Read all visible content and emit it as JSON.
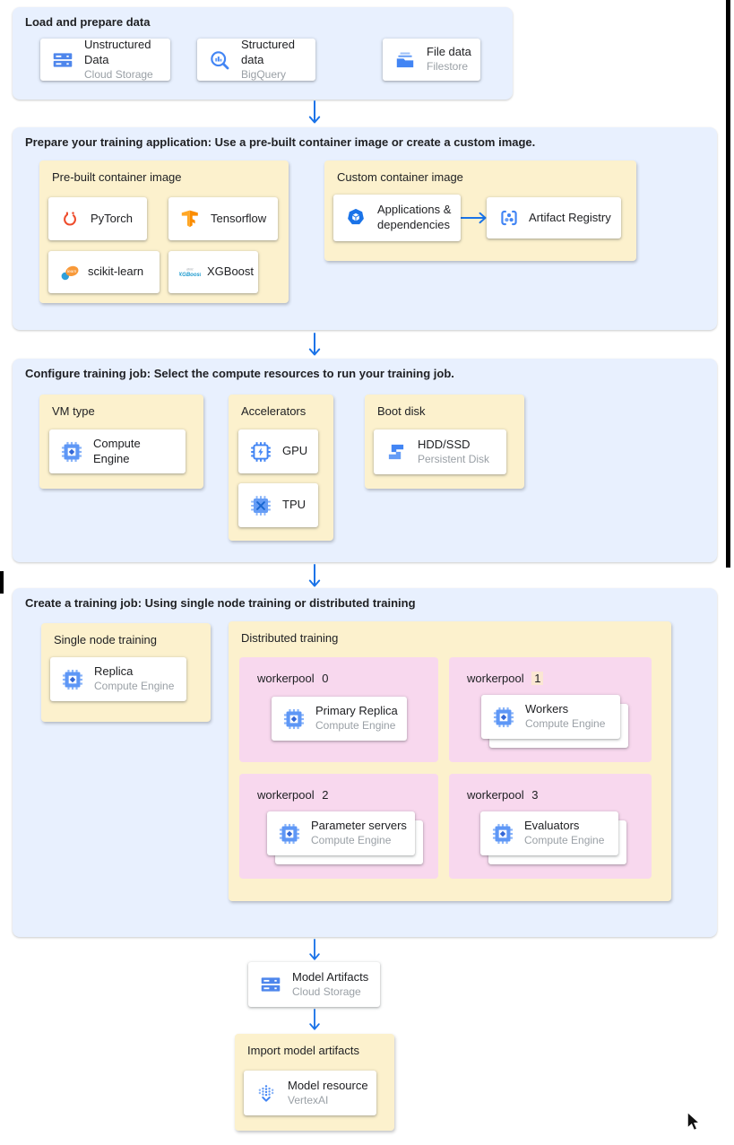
{
  "colors": {
    "section_bg": "#e8f0fe",
    "panel_bg": "#fcf1cd",
    "pool_bg": "#f8d8ee",
    "arrow": "#1a73e8",
    "title_text": "#202124",
    "subtitle_text": "#9aa0a6",
    "find_highlight": "#fbe7d3"
  },
  "sections": {
    "load": {
      "title": "Load and prepare data",
      "cards": [
        {
          "title": "Unstructured Data",
          "subtitle": "Cloud Storage",
          "icon": "cloud-storage-icon"
        },
        {
          "title": "Structured data",
          "subtitle": "BigQuery",
          "icon": "bigquery-icon"
        },
        {
          "title": "File data",
          "subtitle": "Filestore",
          "icon": "filestore-icon"
        }
      ]
    },
    "prepare": {
      "title": "Prepare your training application: Use a pre-built container image or create a custom image.",
      "prebuilt": {
        "title": "Pre-built container image",
        "cards": [
          {
            "title": "PyTorch",
            "icon": "pytorch-icon"
          },
          {
            "title": "Tensorflow",
            "icon": "tensorflow-icon"
          },
          {
            "title": "scikit-learn",
            "icon": "scikit-learn-icon"
          },
          {
            "title": "XGBoost",
            "icon": "xgboost-icon"
          }
        ]
      },
      "custom": {
        "title": "Custom container image",
        "source_card": {
          "title": "Applications & dependencies",
          "icon": "applications-dependencies-icon"
        },
        "target_card": {
          "title": "Artifact Registry",
          "icon": "artifact-registry-icon"
        }
      }
    },
    "configure": {
      "title": "Configure training job: Select the compute resources to run your training job.",
      "vm_type": {
        "title": "VM type",
        "card": {
          "title": "Compute Engine",
          "icon": "compute-engine-icon"
        }
      },
      "accelerators": {
        "title": "Accelerators",
        "cards": [
          {
            "title": "GPU",
            "icon": "gpu-icon"
          },
          {
            "title": "TPU",
            "icon": "tpu-icon"
          }
        ]
      },
      "boot_disk": {
        "title": "Boot disk",
        "card": {
          "title": "HDD/SSD",
          "subtitle": "Persistent Disk",
          "icon": "persistent-disk-icon"
        }
      }
    },
    "create": {
      "title": "Create a training job: Using single node training or distributed training",
      "single_node": {
        "title": "Single node training",
        "card": {
          "title": "Replica",
          "subtitle": "Compute Engine",
          "icon": "compute-engine-icon"
        }
      },
      "distributed": {
        "title": "Distributed training",
        "workerpools": [
          {
            "label": "workerpool",
            "num": "0",
            "num_highlighted": false,
            "stacked": false,
            "card": {
              "title": "Primary Replica",
              "subtitle": "Compute Engine",
              "icon": "compute-engine-icon"
            }
          },
          {
            "label": "workerpool",
            "num": "1",
            "num_highlighted": true,
            "stacked": true,
            "card": {
              "title": "Workers",
              "subtitle": "Compute Engine",
              "icon": "compute-engine-icon"
            }
          },
          {
            "label": "workerpool",
            "num": "2",
            "num_highlighted": false,
            "stacked": true,
            "card": {
              "title": "Parameter servers",
              "subtitle": "Compute Engine",
              "icon": "compute-engine-icon"
            }
          },
          {
            "label": "workerpool",
            "num": "3",
            "num_highlighted": false,
            "stacked": true,
            "card": {
              "title": "Evaluators",
              "subtitle": "Compute Engine",
              "icon": "compute-engine-icon"
            }
          }
        ]
      }
    },
    "model_artifacts_card": {
      "title": "Model Artifacts",
      "subtitle": "Cloud Storage",
      "icon": "cloud-storage-icon"
    },
    "import_model": {
      "title": "Import model artifacts",
      "card": {
        "title": "Model resource",
        "subtitle": "VertexAI",
        "icon": "vertex-ai-icon"
      }
    }
  }
}
